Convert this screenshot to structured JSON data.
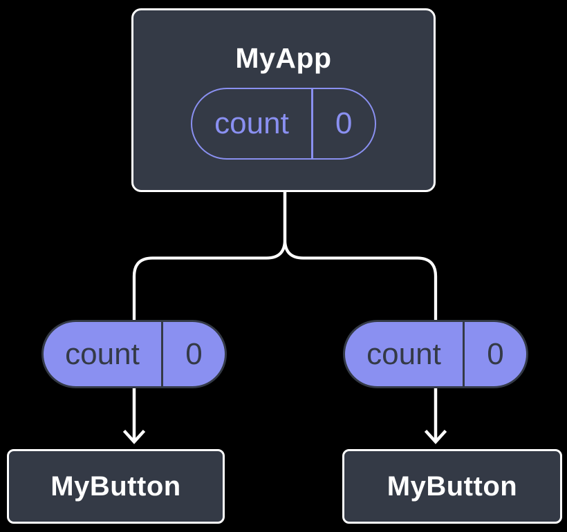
{
  "colors": {
    "background": "#000000",
    "node_fill": "#343a46",
    "node_border": "#ffffff",
    "purple": "#8a90f1",
    "pill_dark": "#343a46",
    "connector": "#ffffff"
  },
  "root_node": {
    "title": "MyApp",
    "state_pill": {
      "label": "count",
      "value": "0"
    }
  },
  "left_branch": {
    "prop_pill": {
      "label": "count",
      "value": "0"
    },
    "node_title": "MyButton"
  },
  "right_branch": {
    "prop_pill": {
      "label": "count",
      "value": "0"
    },
    "node_title": "MyButton"
  }
}
